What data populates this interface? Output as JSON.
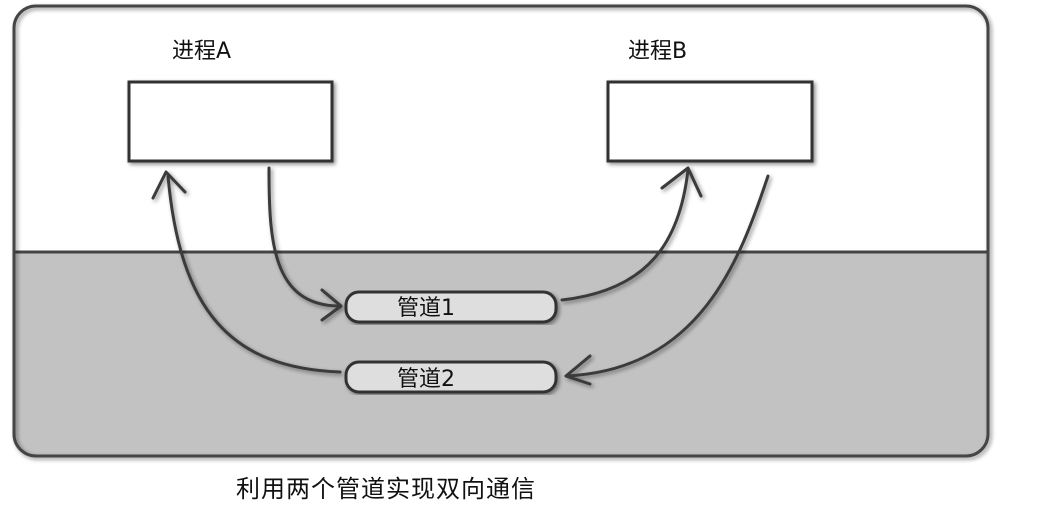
{
  "process_a": {
    "label": "进程A"
  },
  "process_b": {
    "label": "进程B"
  },
  "pipe_1": {
    "label": "管道1"
  },
  "pipe_2": {
    "label": "管道2"
  },
  "caption": "利用两个管道实现双向通信",
  "colors": {
    "frame_top": "#ffffff",
    "frame_bottom": "#c2c2c2",
    "stroke": "#3a3a3a",
    "text": "#111111"
  }
}
